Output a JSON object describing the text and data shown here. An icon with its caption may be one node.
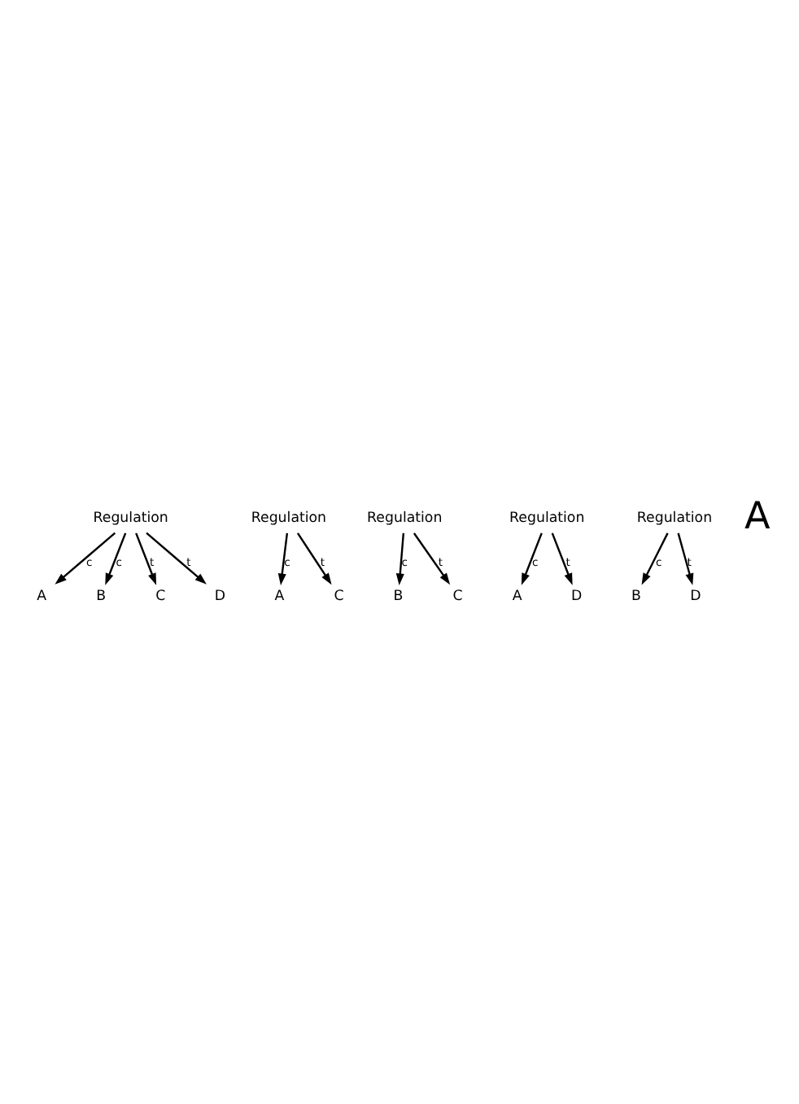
{
  "diagram": {
    "nodes": [
      {
        "text": [
          "Regulation"
        ]
      },
      {
        "text": [
          "A"
        ]
      },
      {
        "text": [
          "B"
        ]
      },
      {
        "text": [
          "C"
        ]
      },
      {
        "text": [
          "D"
        ]
      },
      {
        "text": [
          "Regulation"
        ]
      },
      {
        "text": [
          "A"
        ]
      },
      {
        "text": [
          "C"
        ]
      },
      {
        "text": [
          "Regulation"
        ]
      },
      {
        "text": [
          "B"
        ]
      },
      {
        "text": [
          "C"
        ]
      },
      {
        "text": [
          "Regulation"
        ]
      },
      {
        "text": [
          "A"
        ]
      },
      {
        "text": [
          "D"
        ]
      },
      {
        "text": [
          "Regulation"
        ]
      },
      {
        "text": [
          "B"
        ]
      },
      {
        "text": [
          "D"
        ]
      }
    ],
    "edges": [
      {
        "from": 0,
        "to": 1,
        "arrow": "to",
        "label": "c"
      },
      {
        "from": 0,
        "to": 2,
        "arrow": "to",
        "label": "c"
      },
      {
        "from": 0,
        "to": 3,
        "arrow": "to",
        "label": "t"
      },
      {
        "from": 0,
        "to": 4,
        "arrow": "to",
        "label": "t"
      },
      {
        "from": 5,
        "to": 6,
        "arrow": "to",
        "label": "c"
      },
      {
        "from": 5,
        "to": 7,
        "arrow": "to",
        "label": "t"
      },
      {
        "from": 8,
        "to": 9,
        "arrow": "to",
        "label": "c"
      },
      {
        "from": 8,
        "to": 10,
        "arrow": "to",
        "label": "t"
      },
      {
        "from": 11,
        "to": 12,
        "arrow": "to",
        "label": "c"
      },
      {
        "from": 11,
        "to": 13,
        "arrow": "to",
        "label": "t"
      },
      {
        "from": 14,
        "to": 15,
        "arrow": "to",
        "label": "c"
      },
      {
        "from": 14,
        "to": 16,
        "arrow": "to",
        "label": "t"
      }
    ],
    "labels": [
      "A"
    ]
  }
}
